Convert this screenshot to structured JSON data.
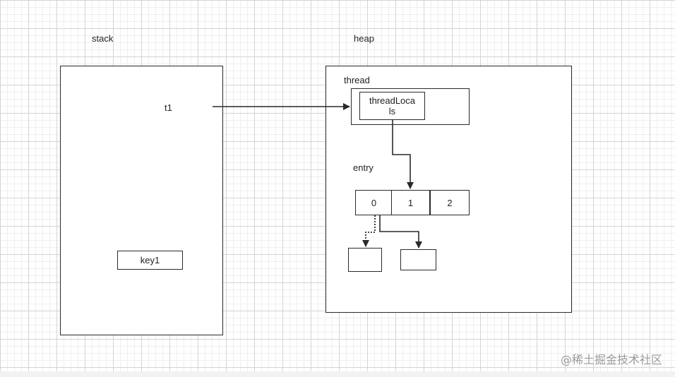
{
  "stack": {
    "title": "stack",
    "var_t1": "t1",
    "var_key1": "key1"
  },
  "heap": {
    "title": "heap",
    "thread_label": "thread",
    "thread_locals_line1": "threadLoca",
    "thread_locals_line2": "ls",
    "entry_label": "entry",
    "entry_cells": [
      "0",
      "1",
      "2"
    ]
  },
  "watermark": "@稀土掘金技术社区",
  "colors": {
    "stroke": "#2a2a2a",
    "grid_major": "#d4d4d4",
    "grid_minor": "#efefef",
    "watermark": "#9a9a9a"
  }
}
